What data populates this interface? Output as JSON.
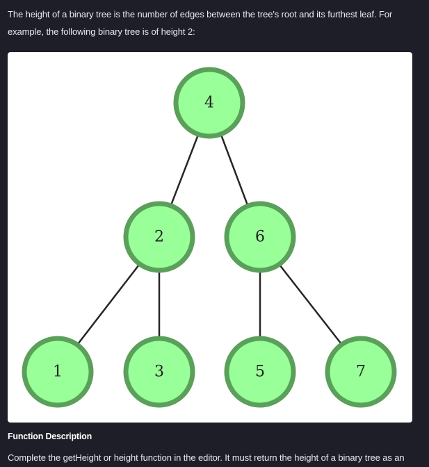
{
  "problem": {
    "intro_line1": "The height of a binary tree is the number of edges between the tree's root and its furthest leaf. For",
    "intro_line2": "example, the following binary tree is of height 2:",
    "function_heading": "Function Description",
    "description": "Complete the getHeight or height function in the editor. It must return the height of a binary tree as an"
  },
  "tree": {
    "root": "4",
    "level1": [
      "2",
      "6"
    ],
    "level2": [
      "1",
      "3",
      "5",
      "7"
    ],
    "edges": [
      [
        "4",
        "2"
      ],
      [
        "4",
        "6"
      ],
      [
        "2",
        "1"
      ],
      [
        "2",
        "3"
      ],
      [
        "6",
        "5"
      ],
      [
        "6",
        "7"
      ]
    ],
    "node_fill": "#99ff99",
    "node_stroke": "#5aa05a",
    "edge_color": "#262626"
  }
}
